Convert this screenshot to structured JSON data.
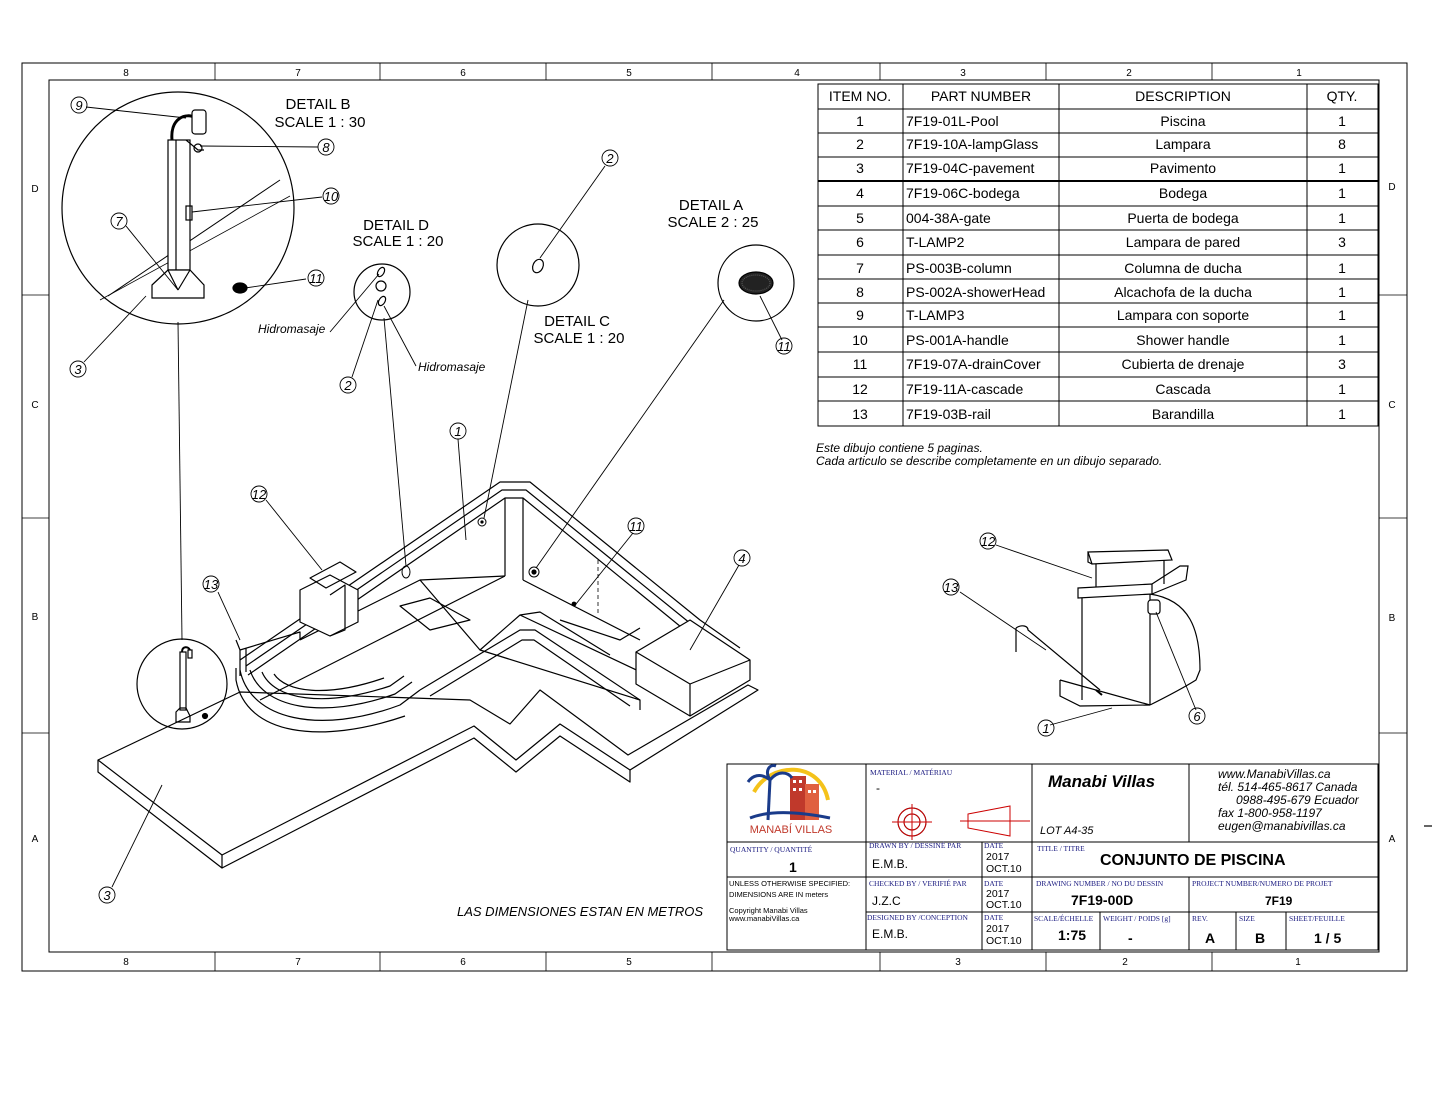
{
  "zones": {
    "columns": [
      "8",
      "7",
      "6",
      "5",
      "4",
      "3",
      "2",
      "1"
    ],
    "rows": [
      "D",
      "C",
      "B",
      "A"
    ]
  },
  "details": {
    "b": {
      "title": "DETAIL B",
      "scale": "SCALE 1 : 30"
    },
    "d": {
      "title": "DETAIL D",
      "scale": "SCALE 1 : 20"
    },
    "c": {
      "title": "DETAIL C",
      "scale": "SCALE 1 : 20"
    },
    "a": {
      "title": "DETAIL A",
      "scale": "SCALE 2 : 25"
    }
  },
  "balloons": [
    "9",
    "8",
    "10",
    "7",
    "11",
    "3",
    "2",
    "2",
    "11",
    "1",
    "12",
    "13",
    "11",
    "4",
    "3",
    "12",
    "13",
    "1",
    "6"
  ],
  "callouts": {
    "hidromasaje_1": "Hidromasaje",
    "hidromasaje_2": "Hidromasaje"
  },
  "bom": {
    "headers": [
      "ITEM NO.",
      "PART NUMBER",
      "DESCRIPTION",
      "QTY."
    ],
    "rows": [
      [
        "1",
        "7F19-01L-Pool",
        "Piscina",
        "1"
      ],
      [
        "2",
        "7F19-10A-lampGlass",
        "Lampara",
        "8"
      ],
      [
        "3",
        "7F19-04C-pavement",
        "Pavimento",
        "1"
      ],
      [
        "4",
        "7F19-06C-bodega",
        "Bodega",
        "1"
      ],
      [
        "5",
        "004-38A-gate",
        "Puerta de bodega",
        "1"
      ],
      [
        "6",
        "T-LAMP2",
        "Lampara de pared",
        "3"
      ],
      [
        "7",
        "PS-003B-column",
        "Columna de ducha",
        "1"
      ],
      [
        "8",
        "PS-002A-showerHead",
        "Alcachofa de la ducha",
        "1"
      ],
      [
        "9",
        "T-LAMP3",
        "Lampara con soporte",
        "1"
      ],
      [
        "10",
        "PS-001A-handle",
        "Shower handle",
        "1"
      ],
      [
        "11",
        "7F19-07A-drainCover",
        "Cubierta de drenaje",
        "3"
      ],
      [
        "12",
        "7F19-11A-cascade",
        "Cascada",
        "1"
      ],
      [
        "13",
        "7F19-03B-rail",
        "Barandilla",
        "1"
      ]
    ]
  },
  "notes": {
    "line1": "Este dibujo contiene 5 paginas.",
    "line2": "Cada articulo se describe completamente en un dibujo separado.",
    "dimensions": "LAS DIMENSIONES ESTAN EN METROS"
  },
  "title_block": {
    "logo_text": "MANABÍ VILLAS",
    "material_label": "MATERIAL / MATÉRIAU",
    "material_value": "-",
    "company": "Manabi Villas",
    "lot": "LOT A4-35",
    "contact": [
      "www.ManabiVillas.ca",
      "tél. 514-465-8617 Canada",
      "0988-495-679  Ecuador",
      "fax 1-800-958-1197",
      "eugen@manabivillas.ca"
    ],
    "quantity_label": "QUANTITY / QUANTITÉ",
    "quantity_value": "1",
    "drawn_label": "DRAWN BY / DESSINÉ PAR",
    "drawn_value": "E.M.B.",
    "checked_label": "CHECKED BY / VERIFIÉ PAR",
    "checked_value": "J.Z.C",
    "designed_label": "DESIGNED BY /CONCEPTION",
    "designed_value": "E.M.B.",
    "date_label": "DATE",
    "date_year": "2017",
    "date_day": "OCT.10",
    "unless_1": "UNLESS OTHERWISE SPECIFIED:",
    "unless_2": "DIMENSIONS ARE IN meters",
    "copyright_1": "Copyright  Manabi Villas",
    "copyright_2": "www.manabiVillas.ca",
    "title_label": "TITLE / TITRE",
    "title_value": "CONJUNTO DE PISCINA",
    "drawing_no_label": "DRAWING NUMBER / NO DU DESSIN",
    "drawing_no_value": "7F19-00D",
    "project_label": "PROJECT NUMBER/NUMERO DE PROJET",
    "project_value": "7F19",
    "scale_label": "SCALE/ÉCHELLE",
    "scale_value": "1:75",
    "weight_label": "WEIGHT / POIDS [g]",
    "weight_value": "-",
    "rev_label": "REV.",
    "rev_value": "A",
    "size_label": "SIZE",
    "size_value": "B",
    "sheet_label": "SHEET/FEUILLE",
    "sheet_value": "1 / 5"
  }
}
